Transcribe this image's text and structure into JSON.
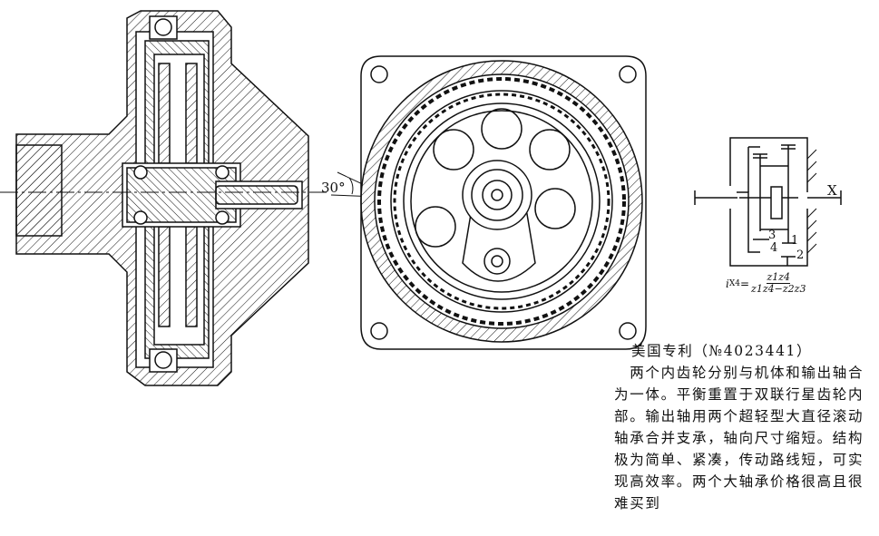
{
  "angle_label": "30°",
  "schematic": {
    "labels": {
      "x": "X",
      "g1": "1",
      "g2": "2",
      "g3": "3",
      "g4": "4"
    },
    "formula": {
      "lhs": "i",
      "lhs_sub": "X4",
      "eq": "=",
      "numerator": "z1z4",
      "denominator": "z1z4−z2z3"
    }
  },
  "caption": {
    "title": "美国专利（№4023441）",
    "lines": [
      "　两个内齿轮分别与机体和输出轴合",
      "为一体。平衡重置于双联行星齿轮内",
      "部。输出轴用两个超轻型大直径滚动",
      "轴承合并支承，轴向尺寸缩短。结构",
      "极为简单、紧凑，传动路线短，可实",
      "现高效率。两个大轴承价格很高且很",
      "难买到"
    ]
  }
}
